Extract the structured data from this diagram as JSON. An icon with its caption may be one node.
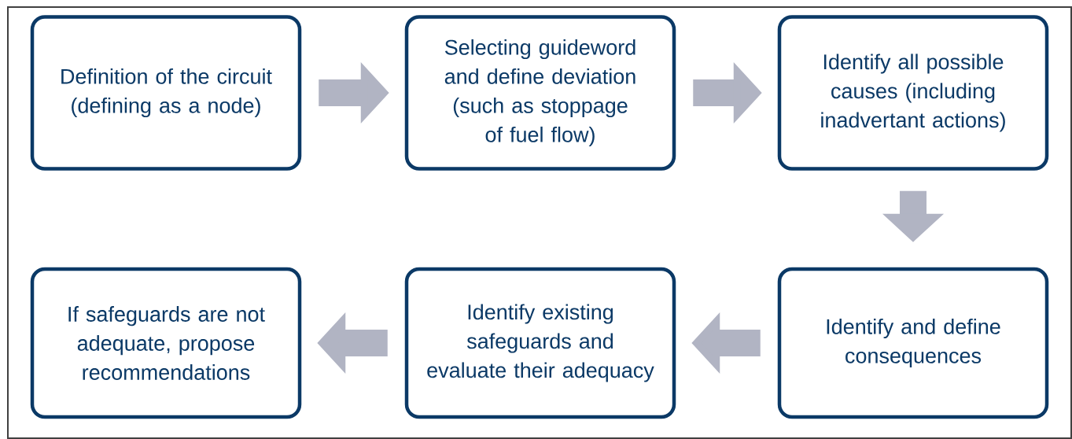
{
  "diagram": {
    "nodes": [
      {
        "text": [
          "Definition of the circuit (defining as a node)"
        ]
      },
      {
        "text": [
          "Selecting guideword and define deviation (such as stoppage of fuel flow)"
        ]
      },
      {
        "text": [
          "Identify all possible causes (including inadvertant actions)"
        ]
      },
      {
        "text": [
          "Identify and define consequences"
        ]
      },
      {
        "text": [
          "Identify existing safeguards and evaluate their adequacy"
        ]
      },
      {
        "text": [
          "If safeguards are not adequate, propose recommendations"
        ]
      }
    ],
    "edges": [
      {
        "from": 0,
        "to": 1,
        "arrow": "to"
      },
      {
        "from": 1,
        "to": 2,
        "arrow": "to"
      },
      {
        "from": 2,
        "to": 3,
        "arrow": "to"
      },
      {
        "from": 3,
        "to": 4,
        "arrow": "to"
      },
      {
        "from": 4,
        "to": 5,
        "arrow": "to"
      }
    ]
  }
}
